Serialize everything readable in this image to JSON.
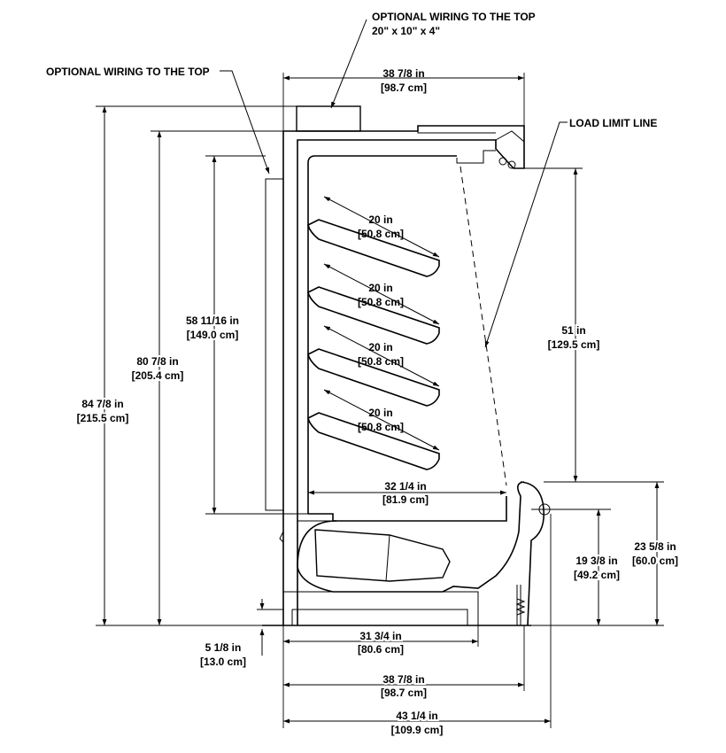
{
  "callouts": {
    "wiring_top_line1": "OPTIONAL WIRING TO THE TOP",
    "wiring_top_line2": "20\" x 10\" x 4\"",
    "wiring_left": "OPTIONAL WIRING TO THE TOP",
    "load_limit": "LOAD LIMIT LINE"
  },
  "dimensions": {
    "top_width": {
      "in": "38 7/8 in",
      "cm": "[98.7 cm]"
    },
    "shelves": [
      {
        "in": "20 in",
        "cm": "[50.8 cm]"
      },
      {
        "in": "20 in",
        "cm": "[50.8 cm]"
      },
      {
        "in": "20 in",
        "cm": "[50.8 cm]"
      },
      {
        "in": "20 in",
        "cm": "[50.8 cm]"
      }
    ],
    "interior_height": {
      "in": "58 11/16 in",
      "cm": "[149.0 cm]"
    },
    "cabinet_height": {
      "in": "80 7/8 in",
      "cm": "[205.4 cm]"
    },
    "overall_height": {
      "in": "84 7/8 in",
      "cm": "[215.5 cm]"
    },
    "opening_height": {
      "in": "51 in",
      "cm": "[129.5 cm]"
    },
    "deck_depth": {
      "in": "32 1/4 in",
      "cm": "[81.9 cm]"
    },
    "front_height": {
      "in": "19 3/8 in",
      "cm": "[49.2 cm]"
    },
    "bumper_height": {
      "in": "23 5/8 in",
      "cm": "[60.0 cm]"
    },
    "base_height": {
      "in": "5 1/8 in",
      "cm": "[13.0 cm]"
    },
    "base_width": {
      "in": "31 3/4 in",
      "cm": "[80.6 cm]"
    },
    "bottom_width": {
      "in": "38 7/8 in",
      "cm": "[98.7 cm]"
    },
    "overall_width": {
      "in": "43 1/4 in",
      "cm": "[109.9 cm]"
    }
  }
}
